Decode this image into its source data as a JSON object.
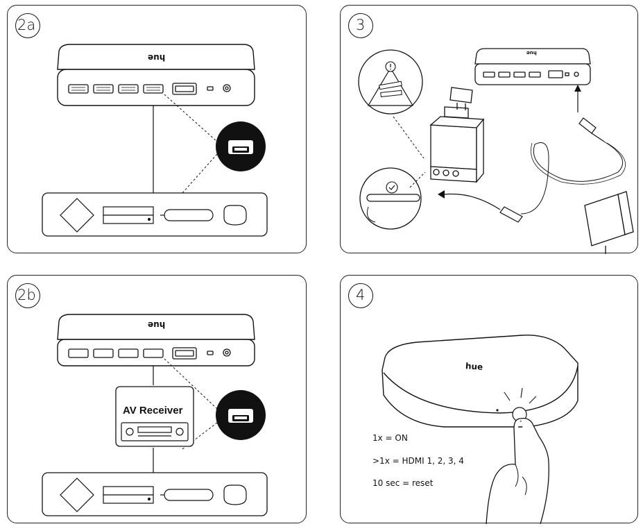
{
  "panels": [
    {
      "step": "2a",
      "logo": "hue",
      "port_label": "HDMI IN"
    },
    {
      "step": "3",
      "logo": "hue"
    },
    {
      "step": "2b",
      "logo": "hue",
      "port_label": "HDMI IN",
      "receiver_label": "AV Receiver"
    },
    {
      "step": "4",
      "logo": "hue",
      "instructions": [
        "1x = ON",
        ">1x = HDMI 1, 2, 3, 4",
        "10 sec = reset"
      ]
    }
  ],
  "icons": {
    "warning": "exclamation-icon",
    "check": "checkmark-icon"
  }
}
